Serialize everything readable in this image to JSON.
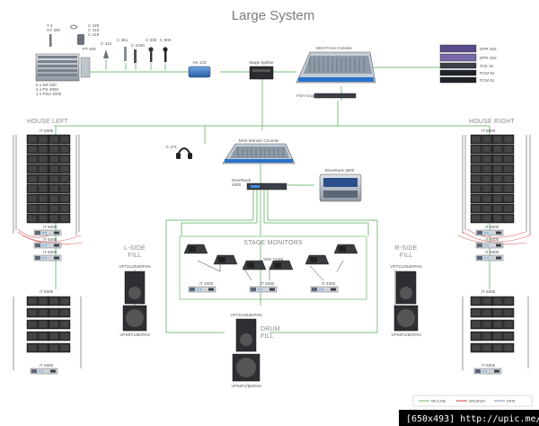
{
  "title": "Large System",
  "sections": {
    "house_left": "HOUSE LEFT",
    "house_right": "HOUSE RIGHT",
    "stage_monitors": "STAGE MONITORS",
    "l_side_fill": "L-SIDE",
    "l_side_fill2": "FILL",
    "r_side_fill": "R-SIDE",
    "r_side_fill2": "FILL",
    "drum_fill": "DRUM",
    "drum_fill2": "FILL"
  },
  "mics": [
    {
      "label": "C 410"
    },
    {
      "label": "C 451"
    },
    {
      "label": "C 1000"
    },
    {
      "label": "C 535"
    },
    {
      "label": "C 900"
    }
  ],
  "wireless": {
    "label1": "T 4",
    "label2": "HT 400",
    "label3": "C 420",
    "label4": "C 416",
    "label5": "C 419",
    "label6": "PT 400",
    "rack1": "8 x SR 400",
    "rack2": "2 x PS 4000",
    "rack3": "1 x PSU 4000"
  },
  "devices": {
    "di_box": "AK 133",
    "stage_splitter": "Stage Splitter",
    "foh_console": "MH3 Front Console",
    "foh_graph": "FOH Graph",
    "monitor_console": "MH3 Monitor Console",
    "headphones": "K 271",
    "driverack_main": "DriveRack",
    "driverack_main2": "4800",
    "driverack_remote": "DriveRack 4800",
    "outboard1": "DPR 404",
    "outboard2": "DPR 402",
    "outboard3": "TAS 16",
    "outboard4": "PCM 91",
    "outboard5": "PCM 81"
  },
  "house_left_amps": [
    "iT 6000",
    "iT 6000",
    "iT 6000"
  ],
  "house_left_top_label": "iT 6000",
  "house_left_bottom_label": "iT 6000",
  "house_left_sub_amp": "iT 6000",
  "house_right_top_label": "iT 6000",
  "house_right_amps": [
    "iT 6000",
    "iT 6000",
    "iT 6000"
  ],
  "house_right_bottom_label": "iT 6000",
  "house_right_sub_amp": "iT 6000",
  "side_fill": {
    "top_cab": "VP7212/64DPAN",
    "sub_cab": "VPS8T1/5DPAN"
  },
  "monitors": {
    "sub_label": "SRX 712M",
    "amp1": "iT 4000",
    "amp2": "iT 4000",
    "amp3": "iT 4000"
  },
  "drum": {
    "top_cab": "VP7212/64DPAN",
    "sub_cab": "VPS8T1/5DPAN"
  },
  "legend": [
    {
      "label": "MIC/LINE",
      "color": "#7dc07d"
    },
    {
      "label": "SPEAKER",
      "color": "#e06060"
    },
    {
      "label": "DATA",
      "color": "#9aa3c8"
    }
  ],
  "watermark": "[650x493] http://upic.me/"
}
